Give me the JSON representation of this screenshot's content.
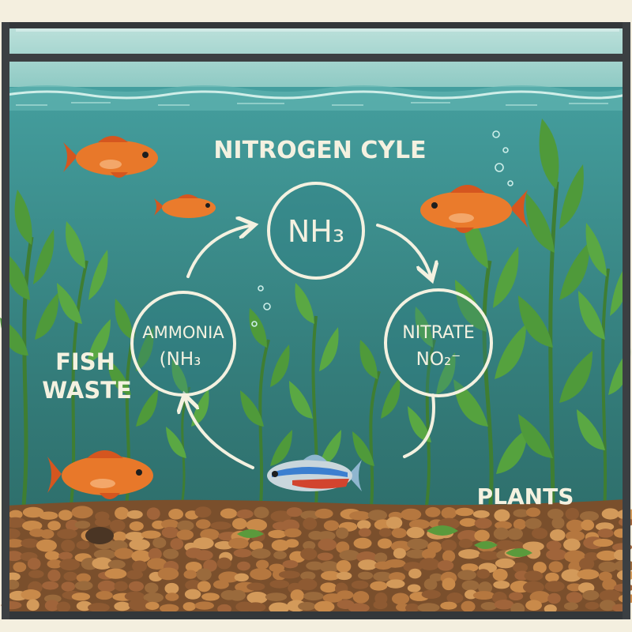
{
  "title": "NITROGEN CYLE",
  "nodes": {
    "top": {
      "label": "NH₃"
    },
    "left": {
      "line1": "AMMONIA",
      "line2": "(NH₃"
    },
    "right": {
      "line1": "NITRATE",
      "line2": "NO₂⁻"
    }
  },
  "side_labels": {
    "fish_waste_line1": "FISH",
    "fish_waste_line2": "WASTE",
    "plants": "PLANTS"
  },
  "colors": {
    "water_top": "#3f9c9e",
    "water_bottom": "#2c6f6a",
    "frame": "#33373a",
    "gravel": "#8a5a34",
    "text": "#f4f1e0",
    "plant": "#4f9a3a",
    "fish_orange": "#e8782a",
    "neon_blue": "#3c7fd0",
    "neon_red": "#d2442e"
  },
  "icons": [
    "goldfish-icon",
    "neon-tetra-icon",
    "bubble-icon",
    "arrow-icon"
  ]
}
